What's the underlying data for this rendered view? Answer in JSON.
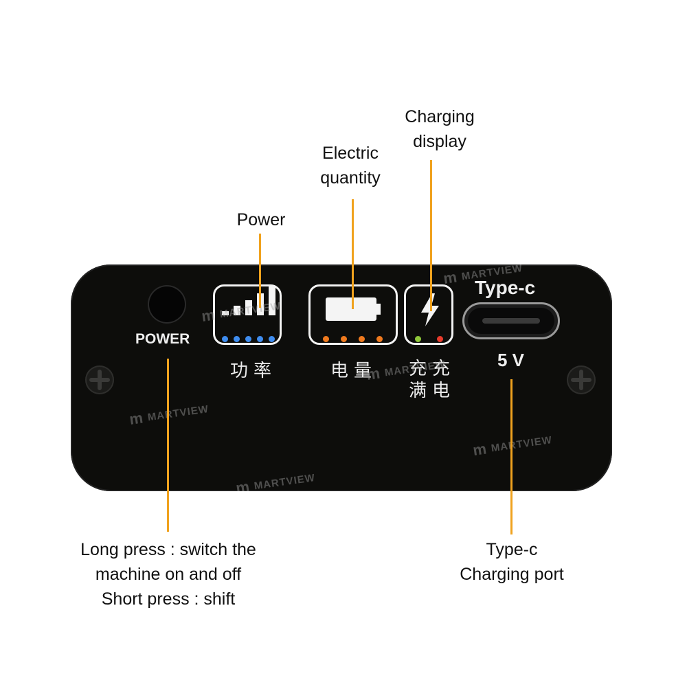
{
  "callouts": {
    "power": "Power",
    "electric_quantity": [
      "Electric",
      "quantity"
    ],
    "charging_display": [
      "Charging",
      "display"
    ],
    "power_button": [
      "Long press : switch the",
      "machine on and off",
      "Short press : shift"
    ],
    "type_c_port": [
      "Type-c",
      "Charging port"
    ]
  },
  "panel": {
    "power_label": "POWER",
    "type_c_label": "Type-c",
    "voltage_label": "5 V",
    "power_cn": "功率",
    "quantity_cn": "电量",
    "charge_cn_top": "充充",
    "charge_cn_bottom": "满电"
  },
  "indicators": {
    "power_bar_levels": [
      1,
      2,
      3,
      4,
      5
    ],
    "power_dot_color": "#3f8df0",
    "quantity_dot_color": "#f07a1e",
    "charging_dot_colors": [
      "#8fc83a",
      "#e83b2c"
    ]
  },
  "watermark": "MARTVIEW",
  "colors": {
    "leader": "#f0a21e",
    "panel": "#0d0d0b"
  }
}
